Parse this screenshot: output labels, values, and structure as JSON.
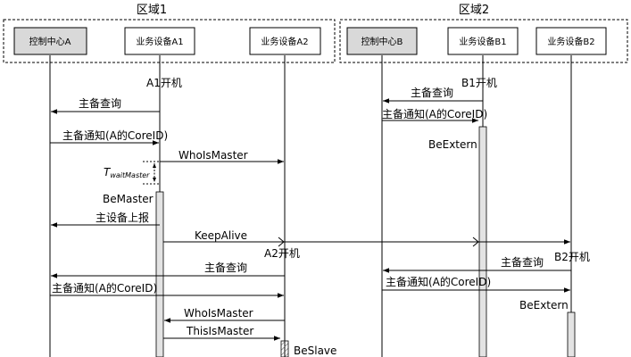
{
  "zones": [
    {
      "label": "区域1"
    },
    {
      "label": "区域2"
    }
  ],
  "participants": [
    {
      "label": "控制中心A",
      "shaded": true
    },
    {
      "label": "业务设备A1",
      "shaded": false
    },
    {
      "label": "业务设备A2",
      "shaded": false
    },
    {
      "label": "控制中心B",
      "shaded": true
    },
    {
      "label": "业务设备B1",
      "shaded": false
    },
    {
      "label": "业务设备B2",
      "shaded": false
    }
  ],
  "events": [
    {
      "text": "A1开机"
    },
    {
      "text": "B1开机"
    },
    {
      "text": "BeExtern"
    },
    {
      "text": "BeMaster"
    },
    {
      "text": "A2开机"
    },
    {
      "text": "B2开机"
    },
    {
      "text": "BeExtern"
    },
    {
      "text": "BeSlave"
    }
  ],
  "messages": [
    {
      "label": "主备查询"
    },
    {
      "label": "主备查询"
    },
    {
      "label": "主备通知(A的CoreID)"
    },
    {
      "label": "主备通知(A的CoreID)"
    },
    {
      "label": "WhoIsMaster"
    },
    {
      "label": "主设备上报"
    },
    {
      "label": "KeepAlive"
    },
    {
      "label": "主备查询"
    },
    {
      "label": "主备查询"
    },
    {
      "label": "主备通知(A的CoreID)"
    },
    {
      "label": "主备通知(A的CoreID)"
    },
    {
      "label": "WhoIsMaster"
    },
    {
      "label": "ThisIsMaster"
    }
  ],
  "timer": {
    "main": "T",
    "sub": "waitMaster"
  }
}
